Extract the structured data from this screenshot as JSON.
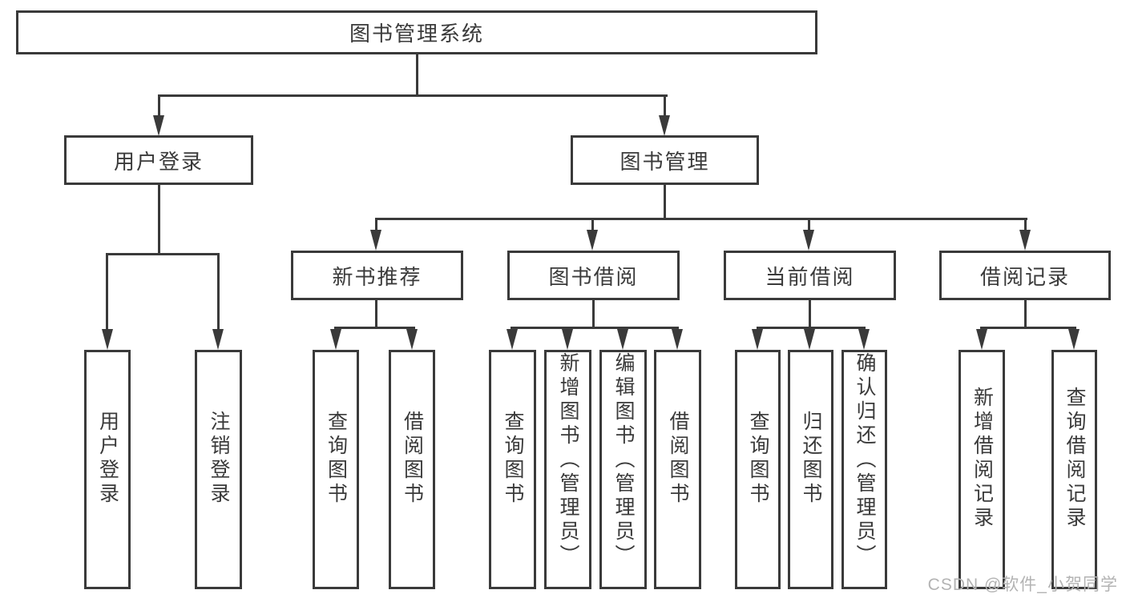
{
  "diagram": {
    "root": {
      "label": "图书管理系统"
    },
    "level2": [
      {
        "label": "用户登录"
      },
      {
        "label": "图书管理"
      }
    ],
    "level3": [
      {
        "label": "新书推荐"
      },
      {
        "label": "图书借阅"
      },
      {
        "label": "当前借阅"
      },
      {
        "label": "借阅记录"
      }
    ],
    "leaves": {
      "user_login": [
        "用户登录",
        "注销登录"
      ],
      "new_book": [
        "查询图书",
        "借阅图书"
      ],
      "book_borrow": [
        "查询图书",
        "新增图书（管理员）",
        "编辑图书（管理员）",
        "借阅图书"
      ],
      "current_borrow": [
        "查询图书",
        "归还图书",
        "确认归还（管理员）"
      ],
      "borrow_records": [
        "新增借阅记录",
        "查询借阅记录"
      ]
    }
  },
  "watermark": {
    "text": "CSDN @软件_小贺同学"
  },
  "colors": {
    "line": "#3a3a3a",
    "text": "#3a3a3a",
    "watermark": "#b3b3b3",
    "background": "#ffffff"
  }
}
